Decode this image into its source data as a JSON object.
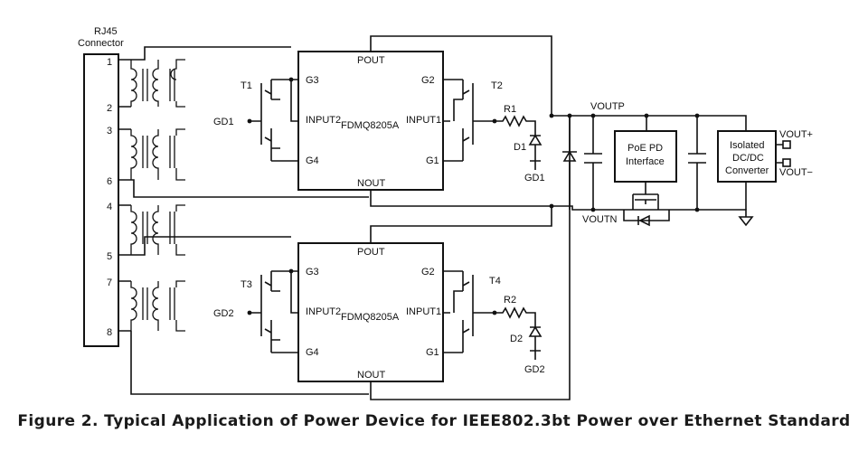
{
  "connector": {
    "title_line1": "RJ45",
    "title_line2": "Connector",
    "pins": [
      "1",
      "2",
      "3",
      "6",
      "4",
      "5",
      "7",
      "8"
    ]
  },
  "bridges": [
    {
      "chip": "FDMQ8205A",
      "pins": {
        "pout": "POUT",
        "nout": "NOUT",
        "g1": "G1",
        "g2": "G2",
        "g3": "G3",
        "g4": "G4",
        "input1": "INPUT1",
        "input2": "INPUT2"
      },
      "transistor_left": "T1",
      "transistor_right": "T2",
      "gate_left": "GD1",
      "resistor": "R1",
      "diode": "D1",
      "diode_label": "GD1"
    },
    {
      "chip": "FDMQ8205A",
      "pins": {
        "pout": "POUT",
        "nout": "NOUT",
        "g1": "G1",
        "g2": "G2",
        "g3": "G3",
        "g4": "G4",
        "input1": "INPUT1",
        "input2": "INPUT2"
      },
      "transistor_left": "T3",
      "transistor_right": "T4",
      "gate_left": "GD2",
      "resistor": "R2",
      "diode": "D2",
      "diode_label": "GD2"
    }
  ],
  "rails": {
    "positive": "VOUTP",
    "negative": "VOUTN"
  },
  "pd_interface": {
    "line1": "PoE PD",
    "line2": "Interface"
  },
  "converter": {
    "line1": "Isolated",
    "line2": "DC/DC",
    "line3": "Converter"
  },
  "outputs": {
    "plus": "VOUT+",
    "minus": "VOUT−"
  },
  "caption": "Figure 2. Typical Application of Power Device for IEEE802.3bt Power over Ethernet Standard"
}
